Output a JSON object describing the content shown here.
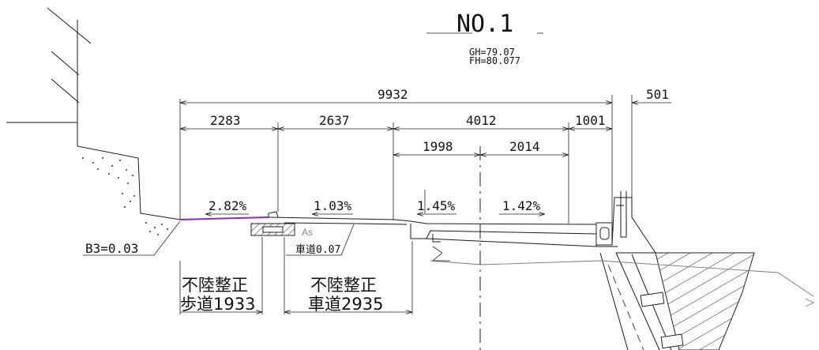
{
  "title": "NO.1",
  "elevations": {
    "gh": "GH=79.07",
    "fh": "FH=80.077"
  },
  "dimensions": {
    "total": "9932",
    "right_offset": "501",
    "segments": [
      "2283",
      "2637",
      "4012",
      "1001"
    ],
    "sub_segments": [
      "1998",
      "2014"
    ]
  },
  "slopes": [
    "2.82%",
    "1.03%",
    "1.45%",
    "1.42%"
  ],
  "labels": {
    "as": "As",
    "car_lane_thickness": "車道0.07",
    "b3": "B3=0.03",
    "sidewalk_title": "不陸整正",
    "sidewalk_value": "歩道1933",
    "carriageway_title": "不陸整正",
    "carriageway_value": "車道2935"
  },
  "colors": {
    "pavement_line": "#8b2fa8",
    "lines": "#1a1a1a"
  }
}
